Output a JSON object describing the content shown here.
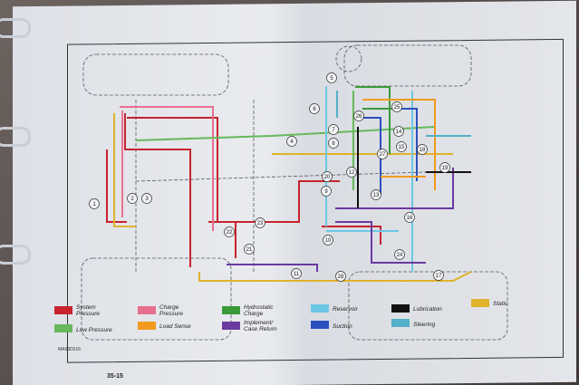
{
  "colors": {
    "system_pressure": "#c8232c",
    "charge_pressure": "#e8708e",
    "hydrostatic_charge": "#3a9a3a",
    "reservoir": "#6cc7e6",
    "lubrication": "#111111",
    "static": "#e0b32c",
    "low_pressure": "#66b85a",
    "load_sense": "#f29a1e",
    "implement_case_return": "#6a3aa0",
    "suction": "#2b4fbf",
    "steering": "#52b0c8",
    "outline": "#555a60"
  },
  "legend": [
    {
      "key": "system_pressure",
      "label": "System\nPressure"
    },
    {
      "key": "charge_pressure",
      "label": "Charge\nPressure"
    },
    {
      "key": "hydrostatic_charge",
      "label": "Hydrostatic\nCharge"
    },
    {
      "key": "reservoir",
      "label": "Reservoir"
    },
    {
      "key": "lubrication",
      "label": "Lubrication"
    },
    {
      "key": "static",
      "label": "Static"
    },
    {
      "key": "low_pressure",
      "label": "Low Pressure"
    },
    {
      "key": "load_sense",
      "label": "Load Sense"
    },
    {
      "key": "implement_case_return",
      "label": "Implement/\nCase Return"
    },
    {
      "key": "suction",
      "label": "Suction"
    },
    {
      "key": "steering",
      "label": "Steering"
    }
  ],
  "callouts": [
    "1",
    "2",
    "3",
    "4",
    "5",
    "6",
    "7",
    "8",
    "9",
    "10",
    "11",
    "12",
    "13",
    "14",
    "15",
    "16",
    "17",
    "18",
    "19",
    "20",
    "21",
    "22",
    "23",
    "24",
    "25",
    "26",
    "27",
    "28"
  ],
  "figure_id": "MA99D016",
  "page_number": "35-15"
}
